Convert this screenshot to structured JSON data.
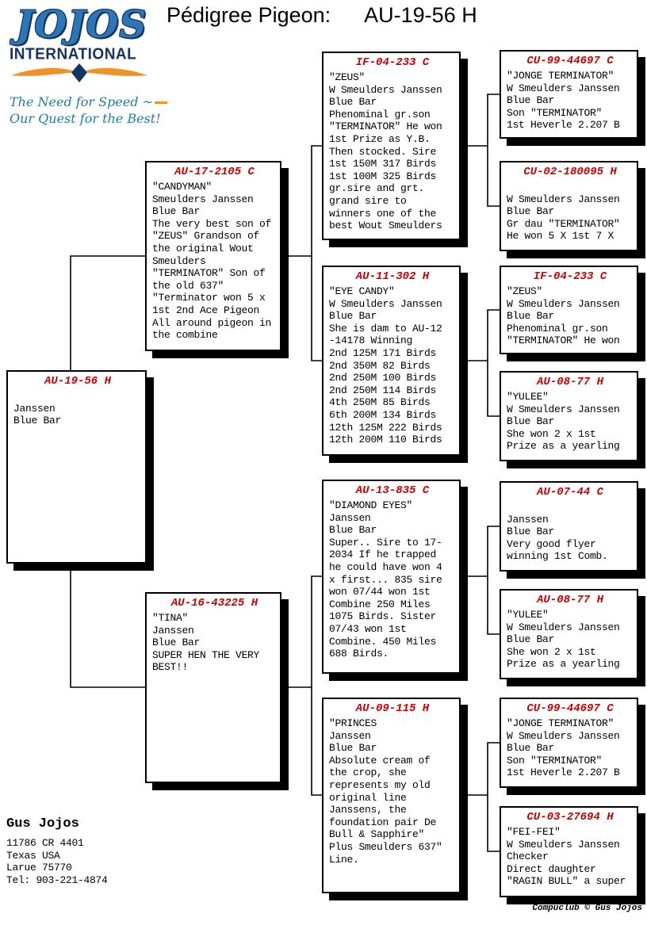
{
  "title": {
    "label": "Pédigree Pigeon:",
    "subject": "AU-19-56 H"
  },
  "logo": {
    "name": "JOJOS",
    "subtitle": "INTERNATIONAL",
    "tagline1": "The Need for Speed",
    "tagline_glyph": "~",
    "tagline2": "Our Quest for the Best!"
  },
  "colors": {
    "header_red": "#cc0000",
    "logo_blue": "#2b77b5",
    "logo_navy": "#143463",
    "logo_orange": "#ef9227",
    "tagline_teal": "#1f7e9e"
  },
  "boxes": [
    {
      "ring": "AU-19-56 H",
      "lines": [
        "",
        "Janssen",
        "Blue Bar"
      ]
    },
    {
      "ring": "AU-17-2105 C",
      "lines": [
        "\"CANDYMAN\"",
        "Smeulders Janssen",
        "Blue Bar",
        "The very best son of",
        "\"ZEUS\" Grandson of",
        "the original Wout",
        "Smeulders",
        "\"TERMINATOR\" Son of",
        "the old 637\"",
        "\"Terminator won 5 x",
        "1st 2nd Ace Pigeon",
        "All around pigeon in",
        "the combine"
      ]
    },
    {
      "ring": "AU-16-43225 H",
      "lines": [
        "\"TINA\"",
        "Janssen",
        "Blue Bar",
        "SUPER HEN THE VERY",
        "BEST!!"
      ]
    },
    {
      "ring": "IF-04-233 C",
      "lines": [
        "\"ZEUS\"",
        "W Smeulders Janssen",
        "Blue Bar",
        "Phenominal gr.son",
        "\"TERMINATOR\" He won",
        "1st Prize as Y.B.",
        "Then stocked. Sire",
        "1st 150M 317 Birds",
        "1st 100M 325 Birds",
        "gr.sire and grt.",
        "grand sire to",
        "winners one of the",
        "best Wout Smeulders"
      ]
    },
    {
      "ring": "AU-11-302 H",
      "lines": [
        "\"EYE CANDY\"",
        "W Smeulders Janssen",
        "Blue Bar",
        "She is dam to AU-12",
        "-14178 Winning",
        "2nd 125M 171 Birds",
        "2nd 350M 82 Birds",
        "2nd 250M 100 Birds",
        "2nd 250M 114 Birds",
        "4th 250M 85 Birds",
        "6th 200M 134 Birds",
        "12th 125M 222 Birds",
        "12th 200M 110 Birds"
      ]
    },
    {
      "ring": "AU-13-835 C",
      "lines": [
        "\"DIAMOND EYES\"",
        "Janssen",
        "Blue Bar",
        "Super.. Sire to 17-",
        "2034 If he trapped",
        "he could have won 4",
        "x first... 835 sire",
        "won 07/44 won 1st",
        "Combine 250 Miles",
        "1075 Birds. Sister",
        "07/43 won 1st",
        "Combine. 450 Miles",
        "688 Birds."
      ]
    },
    {
      "ring": "AU-09-115 H",
      "lines": [
        "\"PRINCES",
        "Janssen",
        "Blue Bar",
        "Absolute cream of",
        "the crop, she",
        "represents my old",
        "original line",
        "Janssens, the",
        "foundation pair De",
        "Bull & Sapphire\"",
        "Plus Smeulders 637\"",
        "Line."
      ]
    },
    {
      "ring": "CU-99-44697 C",
      "lines": [
        "\"JONGE TERMINATOR\"",
        "W Smeulders Janssen",
        "Blue Bar",
        "Son \"TERMINATOR\"",
        "1st Heverle 2.207 B"
      ]
    },
    {
      "ring": "CU-02-180095 H",
      "lines": [
        "",
        "W Smeulders Janssen",
        "Blue Bar",
        "Gr dau \"TERMINATOR\"",
        "He won 5 X 1st 7 X"
      ]
    },
    {
      "ring": "IF-04-233 C",
      "lines": [
        "\"ZEUS\"",
        "W Smeulders Janssen",
        "Blue Bar",
        "Phenominal gr.son",
        "\"TERMINATOR\" He won"
      ]
    },
    {
      "ring": "AU-08-77 H",
      "lines": [
        "\"YULEE\"",
        "W Smeulders Janssen",
        "Blue Bar",
        "She won 2 x 1st",
        "Prize as a yearling"
      ]
    },
    {
      "ring": "AU-07-44 C",
      "lines": [
        "",
        "Janssen",
        "Blue Bar",
        "Very good flyer",
        "winning 1st Comb."
      ]
    },
    {
      "ring": "AU-08-77 H",
      "lines": [
        "\"YULEE\"",
        "W Smeulders Janssen",
        "Blue Bar",
        "She won 2 x 1st",
        "Prize as a yearling"
      ]
    },
    {
      "ring": "CU-99-44697 C",
      "lines": [
        "\"JONGE TERMINATOR\"",
        "W Smeulders Janssen",
        "Blue Bar",
        "Son \"TERMINATOR\"",
        "1st Heverle 2.207 B"
      ]
    },
    {
      "ring": "CU-03-27694 H",
      "lines": [
        "\"FEI-FEI\"",
        "W Smeulders Janssen",
        "Checker",
        "Direct daughter",
        "\"RAGIN BULL\" a super"
      ]
    }
  ],
  "footer": {
    "owner": "Gus Jojos",
    "address": [
      "11786 CR 4401",
      "Texas USA",
      "Larue 75770",
      "Tel: 903-221-4874"
    ],
    "credit": "Compuclub © Gus Jojos"
  }
}
